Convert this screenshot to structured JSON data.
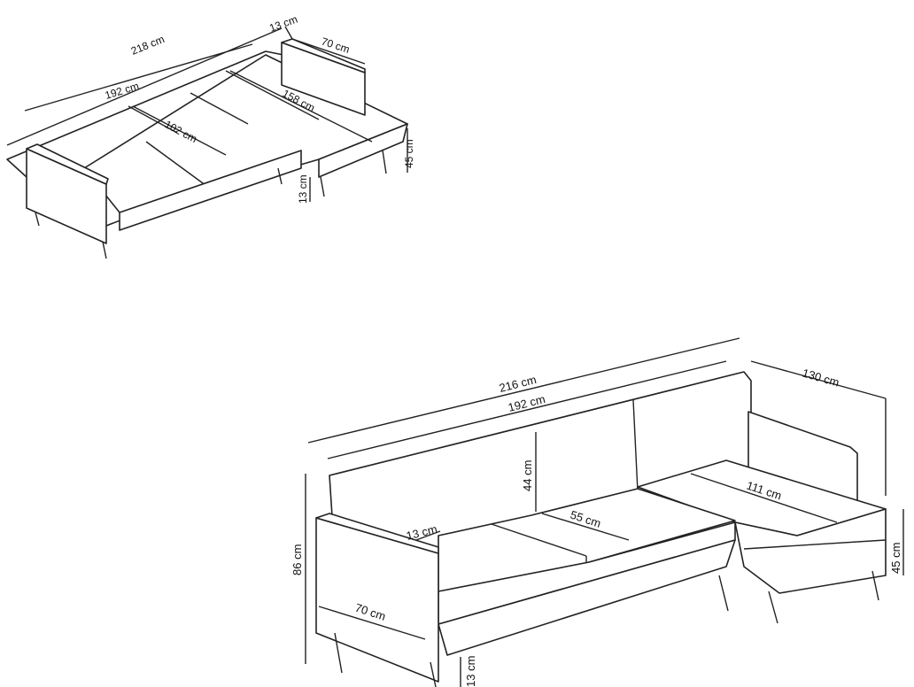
{
  "top_view": {
    "labels": {
      "overall_length": "218 cm",
      "inner_length": "192 cm",
      "arm_width": "13 cm",
      "chaise_width": "70 cm",
      "bed_length": "158 cm",
      "bed_depth": "102 cm",
      "seat_height": "45 cm",
      "leg_height": "13 cm"
    }
  },
  "bottom_view": {
    "labels": {
      "overall_length": "216 cm",
      "inner_length": "192 cm",
      "chaise_length": "130 cm",
      "back_height": "44 cm",
      "arm_width": "13 cm",
      "seat_depth": "55 cm",
      "chaise_seat": "111 cm",
      "total_height": "86 cm",
      "seat_height": "45 cm",
      "arm_depth": "70 cm",
      "leg_height": "13 cm"
    }
  }
}
